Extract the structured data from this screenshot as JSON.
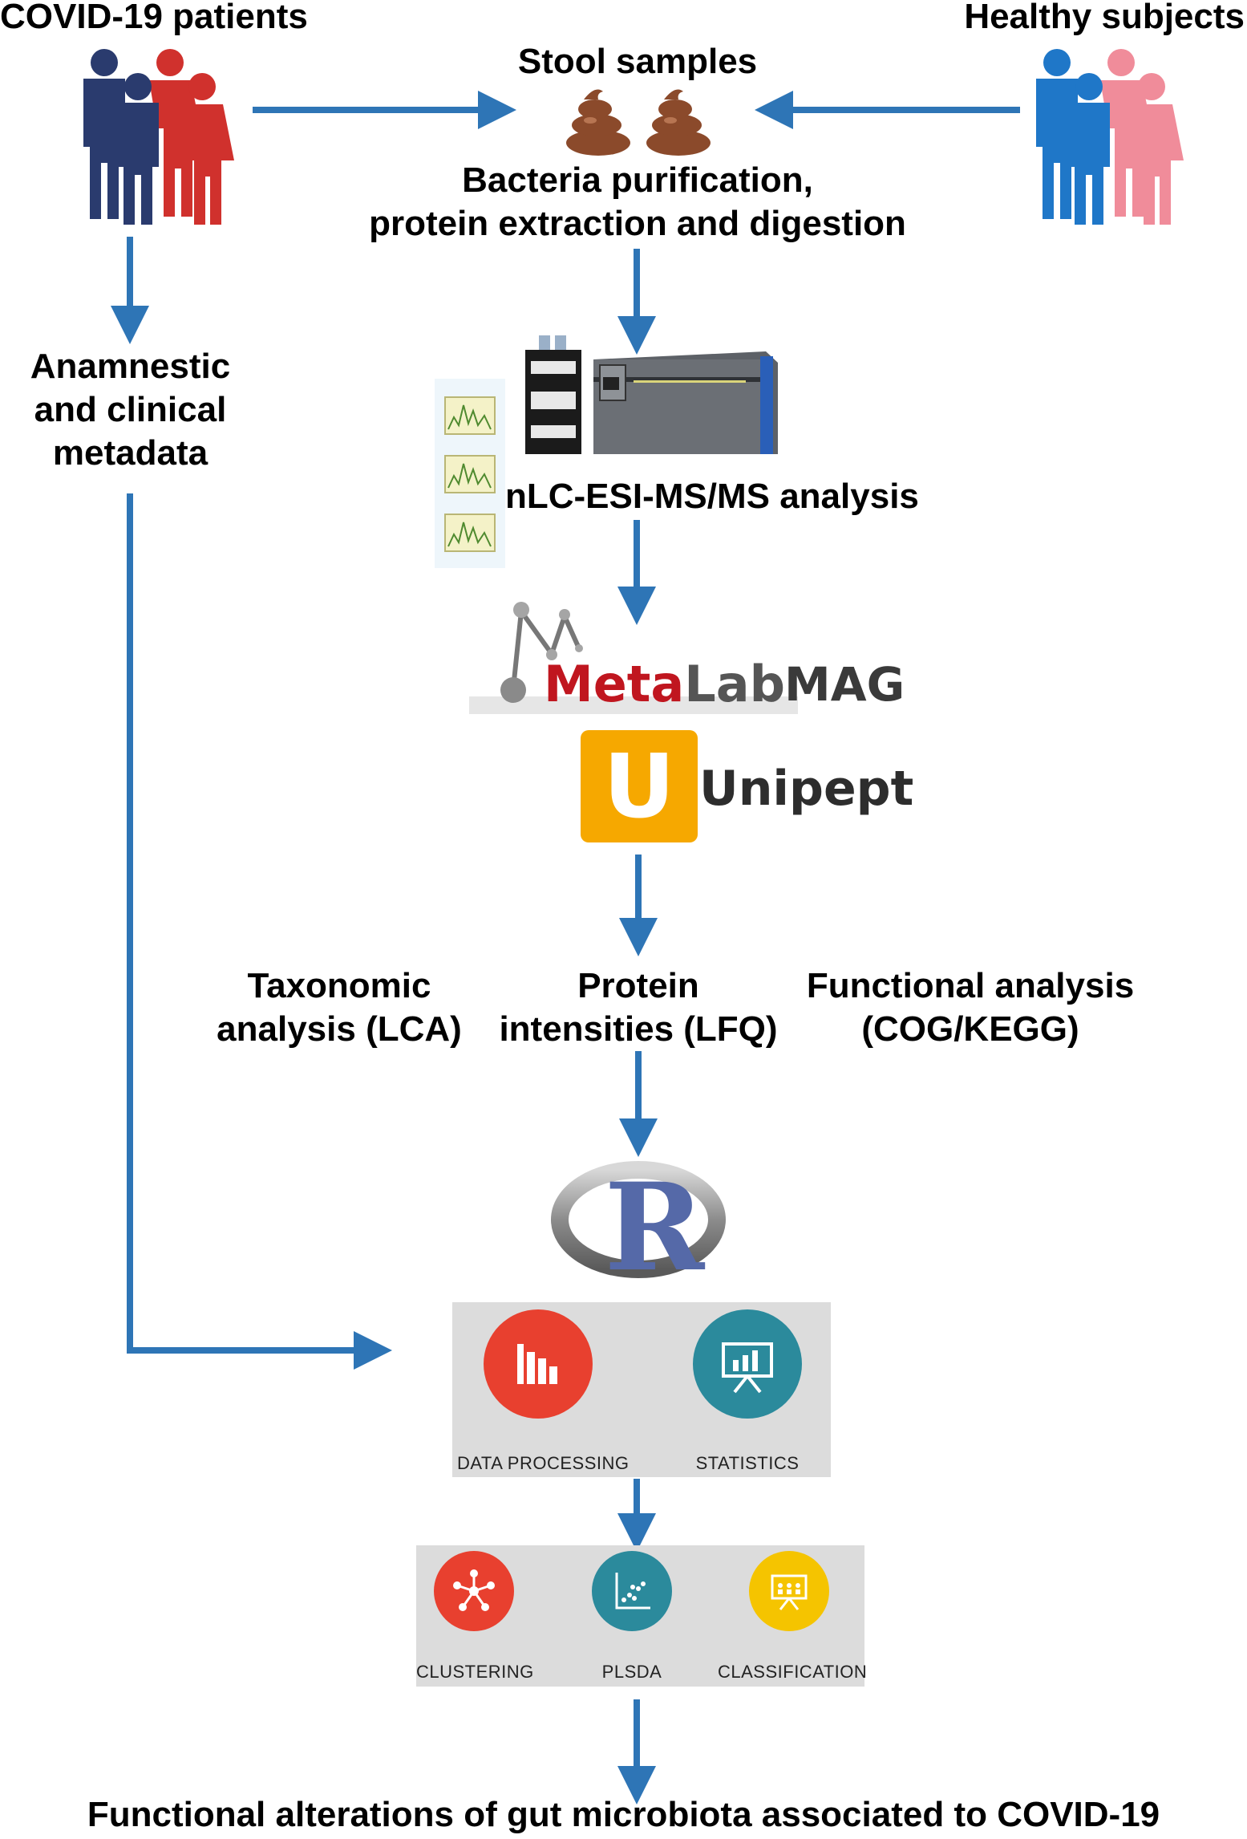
{
  "colors": {
    "arrow": "#2e75b6",
    "patients_male": "#2a3b6e",
    "patients_female": "#d0312d",
    "healthy_male": "#1f77c8",
    "healthy_female": "#f08c9a",
    "stool": "#8b4a2b",
    "unipept": "#f6a800",
    "metalab_red": "#c0161f",
    "data_processing": "#e8402f",
    "statistics": "#2b8a9c",
    "clustering": "#e8402f",
    "plsda": "#2b8a9c",
    "classification": "#f5c400",
    "panel_bg": "#dcdcdc"
  },
  "nodes": {
    "covid_patients": "COVID-19 patients",
    "healthy_subjects": "Healthy subjects",
    "stool_samples": "Stool samples",
    "bacteria_purification": [
      "Bacteria purification,",
      "protein extraction and digestion"
    ],
    "anamnestic": [
      "Anamnestic",
      "and clinical",
      "metadata"
    ],
    "nlc_analysis": "nLC-ESI-MS/MS analysis",
    "taxonomic": [
      "Taxonomic",
      "analysis (LCA)"
    ],
    "protein_intensities": [
      "Protein",
      "intensities (LFQ)"
    ],
    "functional_analysis": [
      "Functional analysis",
      "(COG/KEGG)"
    ],
    "final_result": "Functional alterations of gut microbiota associated to COVID-19"
  },
  "software": {
    "metalab_part1": "Meta",
    "metalab_part2": "Lab",
    "metalab_suffix": "MAG",
    "unipept_letter": "U",
    "unipept_name": "Unipept",
    "r_letter": "R"
  },
  "analysis_panel_1": {
    "items": [
      {
        "label": "DATA PROCESSING",
        "icon": "bar-chart-icon"
      },
      {
        "label": "STATISTICS",
        "icon": "presentation-chart-icon"
      }
    ]
  },
  "analysis_panel_2": {
    "items": [
      {
        "label": "CLUSTERING",
        "icon": "network-icon"
      },
      {
        "label": "PLSDA",
        "icon": "scatter-plot-icon"
      },
      {
        "label": "CLASSIFICATION",
        "icon": "presentation-icon"
      }
    ]
  }
}
